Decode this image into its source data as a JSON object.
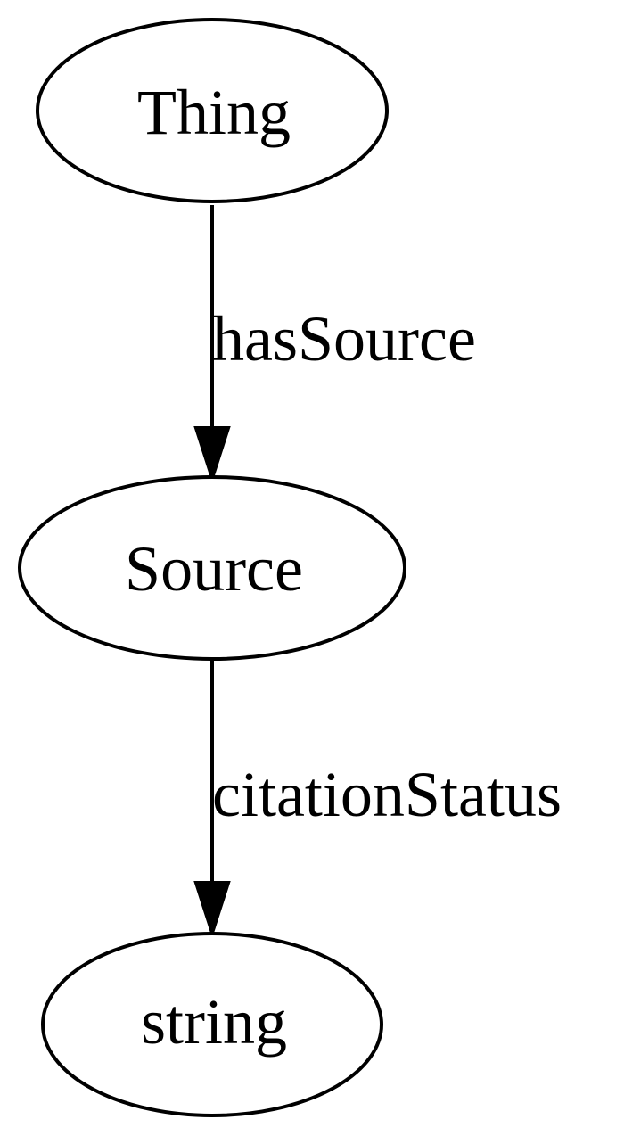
{
  "diagram": {
    "nodes": {
      "thing": {
        "label": "Thing"
      },
      "source": {
        "label": "Source"
      },
      "string": {
        "label": "string"
      }
    },
    "edges": {
      "has_source": {
        "label": "hasSource",
        "from": "Thing",
        "to": "Source"
      },
      "citation_status": {
        "label": "citationStatus",
        "from": "Source",
        "to": "string"
      }
    }
  },
  "colors": {
    "stroke": "#000000",
    "background": "#ffffff"
  }
}
